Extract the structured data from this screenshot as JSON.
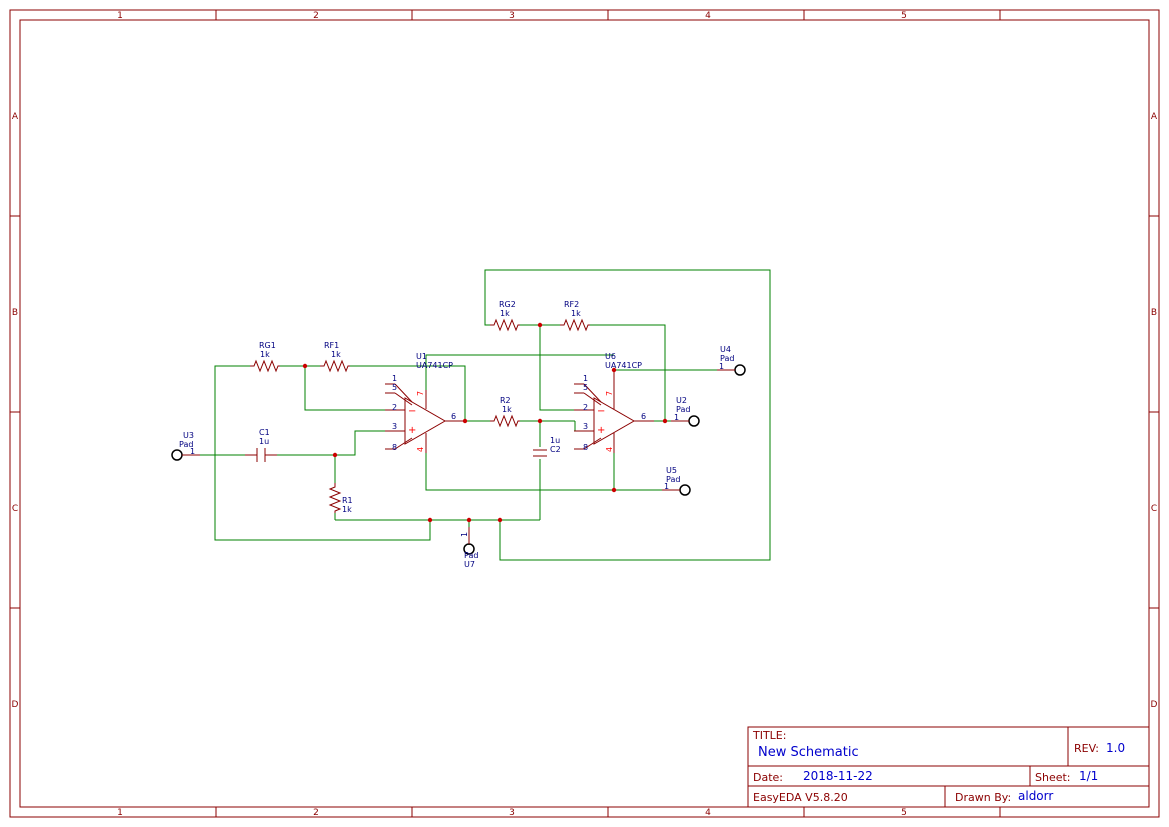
{
  "sheet": {
    "columns": [
      "1",
      "2",
      "3",
      "4",
      "5"
    ],
    "rows": [
      "A",
      "B",
      "C",
      "D"
    ]
  },
  "components": {
    "RG1": {
      "ref": "RG1",
      "value": "1k"
    },
    "RF1": {
      "ref": "RF1",
      "value": "1k"
    },
    "RG2": {
      "ref": "RG2",
      "value": "1k"
    },
    "RF2": {
      "ref": "RF2",
      "value": "1k"
    },
    "R2": {
      "ref": "R2",
      "value": "1k"
    },
    "R1": {
      "ref": "R1",
      "value": "1k"
    },
    "C1": {
      "ref": "C1",
      "value": "1u"
    },
    "C2": {
      "ref": "C2",
      "value": "1u"
    },
    "U1": {
      "ref": "U1",
      "part": "UA741CP"
    },
    "U6": {
      "ref": "U6",
      "part": "UA741CP"
    },
    "U2": {
      "ref": "U2",
      "value": "Pad",
      "pin": "1"
    },
    "U3": {
      "ref": "U3",
      "value": "Pad",
      "pin": "1"
    },
    "U4": {
      "ref": "U4",
      "value": "Pad",
      "pin": "1"
    },
    "U5": {
      "ref": "U5",
      "value": "Pad",
      "pin": "1"
    },
    "U7": {
      "ref": "U7",
      "value": "Pad",
      "pin": "1"
    }
  },
  "opamp_pins": {
    "p1": "1",
    "p5": "5",
    "p2": "2",
    "p3": "3",
    "p8": "8",
    "p7": "7",
    "p4": "4",
    "p6": "6",
    "minus": "−",
    "plus": "+"
  },
  "title_block": {
    "title_label": "TITLE:",
    "title_value": "New Schematic",
    "rev_label": "REV:",
    "rev_value": "1.0",
    "date_label": "Date:",
    "date_value": "2018-11-22",
    "sheet_label": "Sheet:",
    "sheet_value": "1/1",
    "tool": "EasyEDA V5.8.20",
    "drawn_by_label": "Drawn By:",
    "drawn_by_value": "aldorr"
  },
  "colors": {
    "frame": "#8B0000",
    "wire": "#008000",
    "label": "#000080",
    "junction": "#cc0000",
    "value_text": "#0000cc"
  }
}
